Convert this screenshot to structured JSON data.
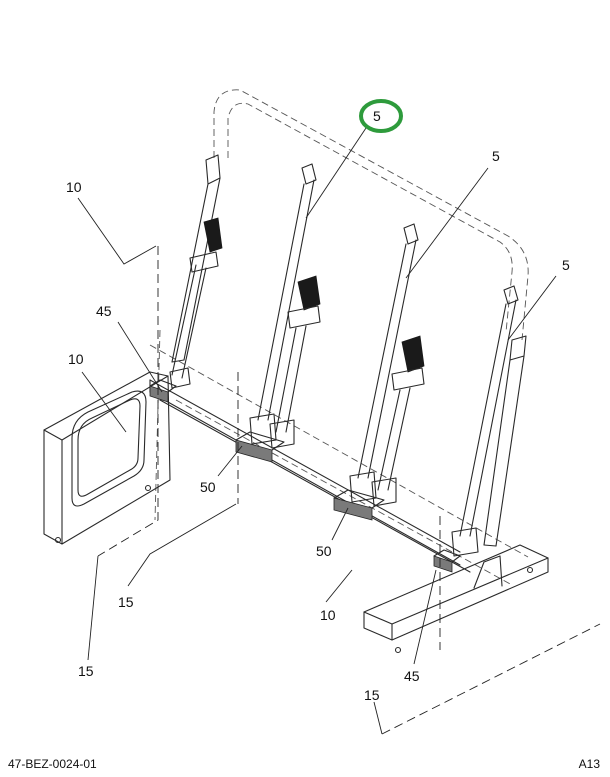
{
  "callouts": {
    "c5_highlighted": "5",
    "c5_upper": "5",
    "c5_right": "5",
    "c10_upper": "10",
    "c45_left": "45",
    "c10_window": "10",
    "c50_left": "50",
    "c15_middle": "15",
    "c15_left": "15",
    "c50_right": "50",
    "c10_lower": "10",
    "c45_right": "45",
    "c15_bottom": "15"
  },
  "highlight_color": "#2e9b3c",
  "footer": {
    "drawing_number": "47-BEZ-0024-01",
    "sheet_id": "A13"
  }
}
